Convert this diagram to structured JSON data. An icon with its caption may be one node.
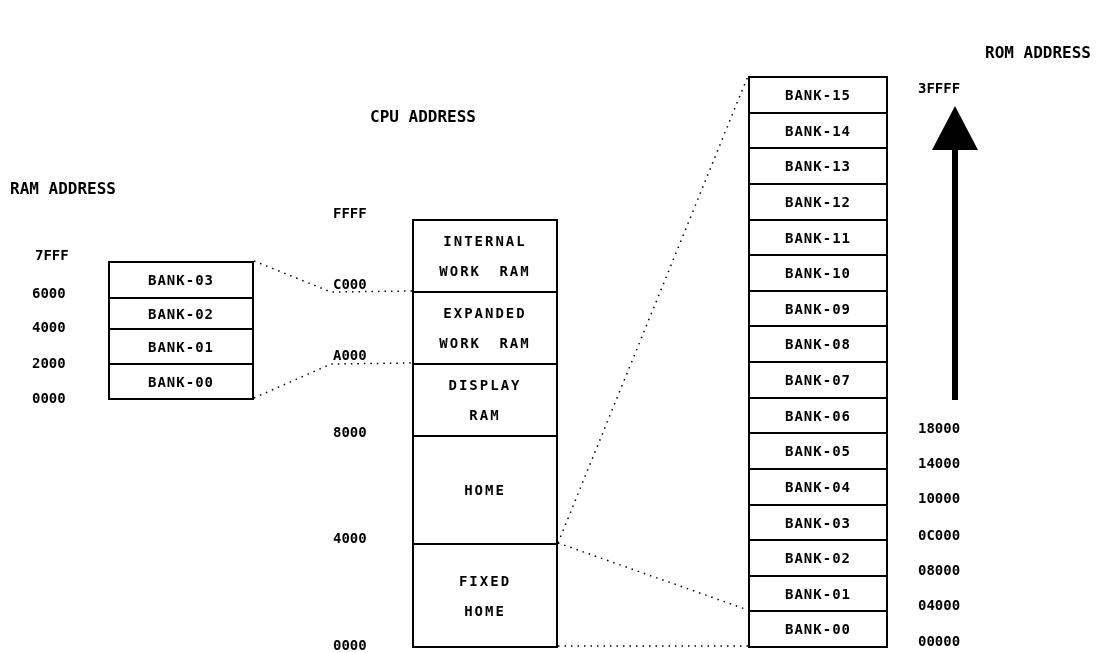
{
  "diagram": {
    "nodes": [
      {
        "text": [
          "BANK-03"
        ]
      },
      {
        "text": [
          "BANK-02"
        ]
      },
      {
        "text": [
          "BANK-01"
        ]
      },
      {
        "text": [
          "BANK-00"
        ]
      },
      {
        "text": [
          "INTERNAL WORK RAM"
        ]
      },
      {
        "text": [
          "EXPANDED WORK RAM"
        ]
      },
      {
        "text": [
          "DISPLAY RAM"
        ]
      },
      {
        "text": [
          "HOME"
        ]
      },
      {
        "text": [
          "FIXED HOME"
        ]
      },
      {
        "text": [
          "BANK-15"
        ]
      },
      {
        "text": [
          "BANK-14"
        ]
      },
      {
        "text": [
          "BANK-13"
        ]
      },
      {
        "text": [
          "BANK-12"
        ]
      },
      {
        "text": [
          "BANK-11"
        ]
      },
      {
        "text": [
          "BANK-10"
        ]
      },
      {
        "text": [
          "BANK-09"
        ]
      },
      {
        "text": [
          "BANK-08"
        ]
      },
      {
        "text": [
          "BANK-07"
        ]
      },
      {
        "text": [
          "BANK-06"
        ]
      },
      {
        "text": [
          "BANK-05"
        ]
      },
      {
        "text": [
          "BANK-04"
        ]
      },
      {
        "text": [
          "BANK-03"
        ]
      },
      {
        "text": [
          "BANK-02"
        ]
      },
      {
        "text": [
          "BANK-01"
        ]
      },
      {
        "text": [
          "BANK-00"
        ]
      }
    ],
    "edges": [
      {
        "from": 0,
        "to": 5,
        "arrow": "none"
      },
      {
        "from": 3,
        "to": 5,
        "arrow": "none"
      },
      {
        "from": 7,
        "to": 9,
        "arrow": "none"
      },
      {
        "from": 8,
        "to": 24,
        "arrow": "none"
      },
      {
        "from": 8,
        "to": 24,
        "arrow": "none"
      }
    ],
    "labels": [
      "ROM ADDRESS",
      "3FFFF",
      "CPU ADDRESS",
      "RAM ADDRESS",
      "FFFF",
      "7FFF",
      "6000",
      "C000",
      "4000",
      "2000",
      "A000",
      "0000",
      "8000",
      "18000",
      "14000",
      "10000",
      "4000",
      "0C000",
      "08000",
      "04000",
      "0000",
      "00000"
    ]
  }
}
